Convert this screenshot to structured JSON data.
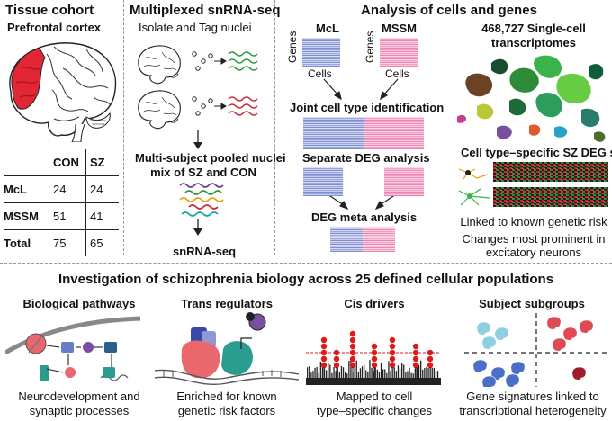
{
  "tissue": {
    "title": "Tissue cohort",
    "subtitle": "Prefrontal cortex",
    "table": {
      "headers": [
        "",
        "CON",
        "SZ"
      ],
      "rows": [
        {
          "label": "McL",
          "con": "24",
          "sz": "24"
        },
        {
          "label": "MSSM",
          "con": "51",
          "sz": "41"
        },
        {
          "label": "Total",
          "con": "75",
          "sz": "65"
        }
      ]
    }
  },
  "multiplexed": {
    "title": "Multiplexed snRNA-seq",
    "step1": "Isolate and Tag nuclei",
    "step2_line1": "Multi-subject pooled nuclei",
    "step2_line2": "mix of SZ and CON",
    "step3": "snRNA-seq"
  },
  "analysis": {
    "title": "Analysis of cells and genes",
    "mcl_label": "McL",
    "mssm_label": "MSSM",
    "genes_label": "Genes",
    "cells_label": "Cells",
    "joint": "Joint cell type identification",
    "separate": "Separate DEG analysis",
    "meta": "DEG meta analysis",
    "transcriptomes_line1": "468,727 Single-cell",
    "transcriptomes_line2": "transcriptomes",
    "deg_sets": "Cell type–specific SZ DEG sets",
    "risk": "Linked to known genetic risk",
    "changes_line1": "Changes most prominent in",
    "changes_line2": "excitatory neurons"
  },
  "investigation": {
    "title": "Investigation of schizophrenia biology across 25 defined cellular populations",
    "panels": [
      {
        "title": "Biological pathways",
        "caption_line1": "Neurodevelopment and",
        "caption_line2": "synaptic processes"
      },
      {
        "title": "Trans regulators",
        "caption_line1": "Enriched for known",
        "caption_line2": "genetic risk factors"
      },
      {
        "title": "Cis drivers",
        "caption_line1": "Mapped to cell",
        "caption_line2": "type–specific changes"
      },
      {
        "title": "Subject subgroups",
        "caption_line1": "Gene signatures linked to",
        "caption_line2": "transcriptional heterogeneity"
      }
    ]
  },
  "colors": {
    "brain_highlight": "#e32636",
    "blue_heatmap": "#8d9bd8",
    "pink_heatmap": "#f291bd",
    "barcode_green": "#2e9a3e",
    "barcode_red": "#d02838",
    "cis_red": "#e01a1a"
  }
}
